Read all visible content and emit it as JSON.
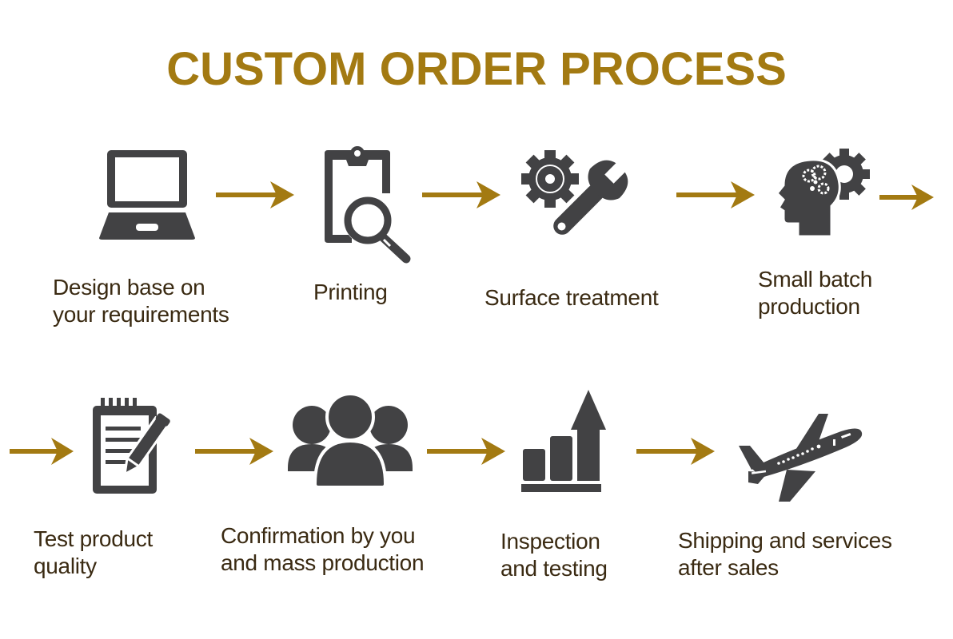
{
  "title": "CUSTOM ORDER PROCESS",
  "colors": {
    "title": "#a37a12",
    "arrow": "#a37a12",
    "icon": "#424244",
    "label": "#3a2a12"
  },
  "steps": [
    {
      "icon": "laptop-icon",
      "label": "Design base on\nyour requirements"
    },
    {
      "icon": "clipboard-magnifier-icon",
      "label": "Printing"
    },
    {
      "icon": "gear-wrench-icon",
      "label": "Surface treatment"
    },
    {
      "icon": "head-gears-icon",
      "label": "Small batch\nproduction"
    },
    {
      "icon": "notepad-pencil-icon",
      "label": "Test product\nquality"
    },
    {
      "icon": "group-people-icon",
      "label": "Confirmation by you\nand mass production"
    },
    {
      "icon": "bar-chart-arrow-icon",
      "label": "Inspection\nand testing"
    },
    {
      "icon": "airplane-icon",
      "label": "Shipping and services\nafter sales"
    }
  ]
}
